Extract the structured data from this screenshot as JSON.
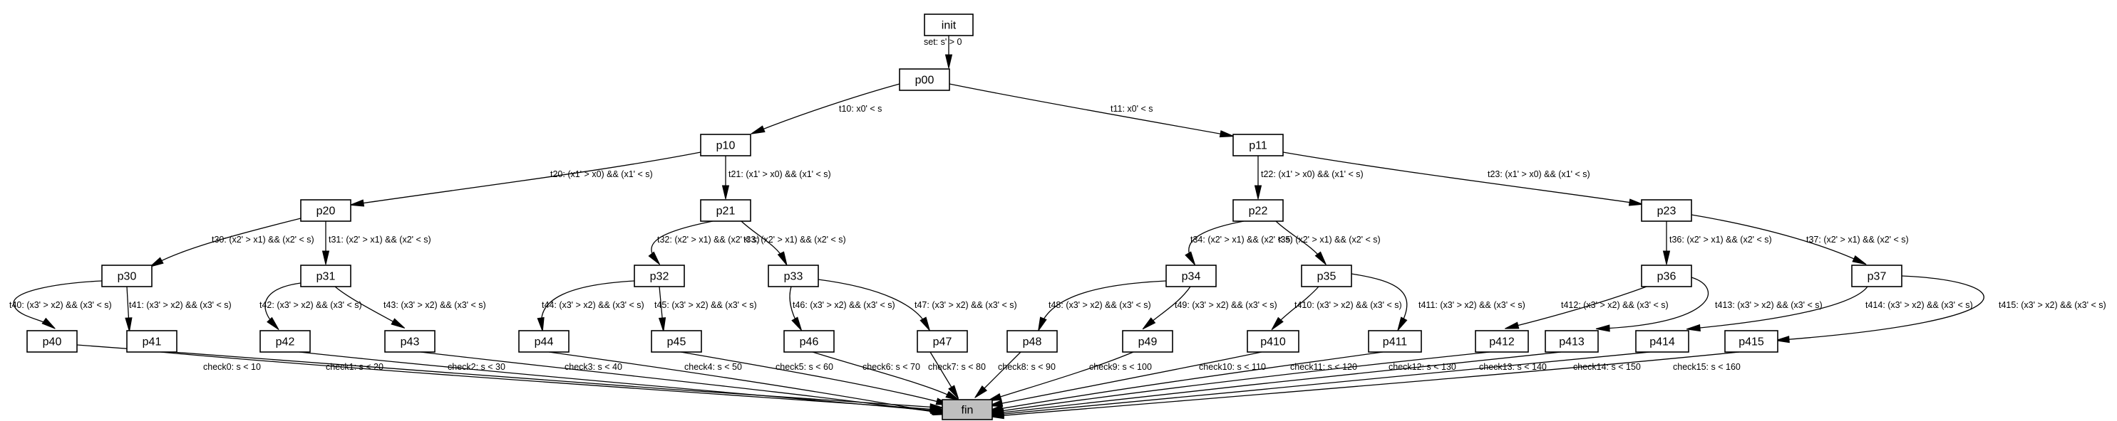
{
  "nodes": {
    "init": "init",
    "p00": "p00",
    "p10": "p10",
    "p11": "p11",
    "p20": "p20",
    "p21": "p21",
    "p22": "p22",
    "p23": "p23",
    "p30": "p30",
    "p31": "p31",
    "p32": "p32",
    "p33": "p33",
    "p34": "p34",
    "p35": "p35",
    "p36": "p36",
    "p37": "p37",
    "p40": "p40",
    "p41": "p41",
    "p42": "p42",
    "p43": "p43",
    "p44": "p44",
    "p45": "p45",
    "p46": "p46",
    "p47": "p47",
    "p48": "p48",
    "p49": "p49",
    "p410": "p410",
    "p411": "p411",
    "p412": "p412",
    "p413": "p413",
    "p414": "p414",
    "p415": "p415",
    "fin": "fin"
  },
  "edges": {
    "set": "set: s' > 0",
    "t10": "t10: x0' < s",
    "t11": "t11: x0' < s",
    "t20": "t20: (x1' > x0) && (x1' < s)",
    "t21": "t21: (x1' > x0) && (x1' < s)",
    "t22": "t22: (x1' > x0) && (x1' < s)",
    "t23": "t23: (x1' > x0) && (x1' < s)",
    "t30": "t30: (x2' > x1) && (x2' < s)",
    "t31": "t31: (x2' > x1) && (x2' < s)",
    "t32": "t32: (x2' > x1) && (x2' < s)",
    "t33": "t33: (x2' > x1) && (x2' < s)",
    "t34": "t34: (x2' > x1) && (x2' < s)",
    "t35": "t35: (x2' > x1) && (x2' < s)",
    "t36": "t36: (x2' > x1) && (x2' < s)",
    "t37": "t37: (x2' > x1) && (x2' < s)",
    "t40": "t40: (x3' > x2) && (x3' < s)",
    "t41": "t41: (x3' > x2) && (x3' < s)",
    "t42": "t42: (x3' > x2) && (x3' < s)",
    "t43": "t43: (x3' > x2) && (x3' < s)",
    "t44": "t44: (x3' > x2) && (x3' < s)",
    "t45": "t45: (x3' > x2) && (x3' < s)",
    "t46": "t46: (x3' > x2) && (x3' < s)",
    "t47": "t47: (x3' > x2) && (x3' < s)",
    "t48": "t48: (x3' > x2) && (x3' < s)",
    "t49": "t49: (x3' > x2) && (x3' < s)",
    "t410": "t410: (x3' > x2) && (x3' < s)",
    "t411": "t411: (x3' > x2) && (x3' < s)",
    "t412": "t412: (x3' > x2) && (x3' < s)",
    "t413": "t413: (x3' > x2) && (x3' < s)",
    "t414": "t414: (x3' > x2) && (x3' < s)",
    "t415": "t415: (x3' > x2) && (x3' < s)",
    "check0": "check0: s < 10",
    "check1": "check1: s < 20",
    "check2": "check2: s < 30",
    "check3": "check3: s < 40",
    "check4": "check4: s < 50",
    "check5": "check5: s < 60",
    "check6": "check6: s < 70",
    "check7": "check7: s < 80",
    "check8": "check8: s < 90",
    "check9": "check9: s < 100",
    "check10": "check10: s < 110",
    "check11": "check11: s < 120",
    "check12": "check12: s < 130",
    "check13": "check13: s < 140",
    "check14": "check14: s < 150",
    "check15": "check15: s < 160"
  },
  "colors": {
    "fin_fill": "#bfbfbf",
    "node_fill": "#ffffff",
    "stroke": "#000000"
  }
}
